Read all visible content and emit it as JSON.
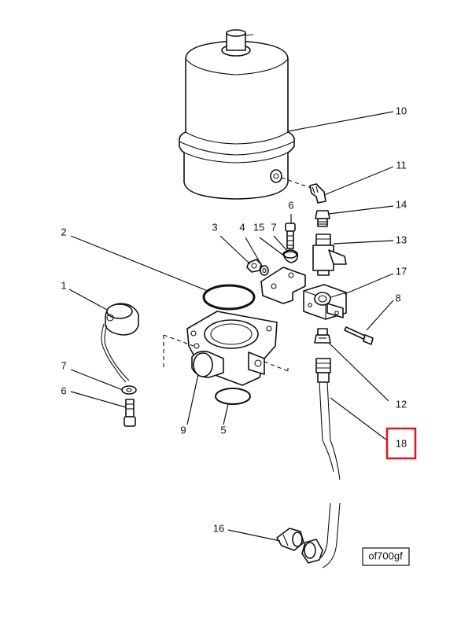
{
  "callouts": {
    "c1": "1",
    "c2": "2",
    "c3": "3",
    "c4": "4",
    "c5": "5",
    "c6a": "6",
    "c6b": "6",
    "c7a": "7",
    "c7b": "7",
    "c8": "8",
    "c9": "9",
    "c10": "10",
    "c11": "11",
    "c12": "12",
    "c13": "13",
    "c14": "14",
    "c15": "15",
    "c16": "16",
    "c17": "17",
    "c18": "18"
  },
  "highlighted_callout": "18",
  "highlight_color": "#e0141c",
  "figure_id": "of700gf"
}
